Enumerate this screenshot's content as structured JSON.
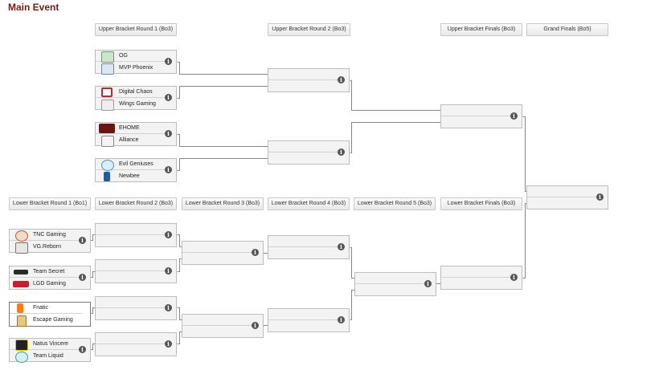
{
  "page_title": "Main Event",
  "headers": {
    "ub1": "Upper Bracket Round 1 (Bo3)",
    "ub2": "Upper Bracket Round 2 (Bo3)",
    "ubf": "Upper Bracket Finals (Bo3)",
    "gf": "Grand Finals (Bo5)",
    "lb1": "Lower Bracket Round 1 (Bo1)",
    "lb2": "Lower Bracket Round 2 (Bo3)",
    "lb3": "Lower Bracket Round 3 (Bo3)",
    "lb4": "Lower Bracket Round 4 (Bo3)",
    "lb5": "Lower Bracket Round 5 (Bo3)",
    "lbf": "Lower Bracket Finals (Bo3)"
  },
  "teams": {
    "og": "OG",
    "mvp": "MVP Phoenix",
    "dc": "Digital Chaos",
    "wings": "Wings Gaming",
    "ehome": "EHOME",
    "alliance": "Alliance",
    "eg": "Evil Geniuses",
    "newbee": "Newbee",
    "tnc": "TNC Gaming",
    "vgr": "VG.Reborn",
    "secret": "Team Secret",
    "lgd": "LGD Gaming",
    "fnatic": "Fnatic",
    "escape": "Escape Gaming",
    "navi": "Natus Vincere",
    "liquid": "Team Liquid"
  },
  "icons": {
    "info": "info-icon",
    "og": "og-logo-icon",
    "mvp": "mvp-phoenix-logo-icon",
    "dc": "digital-chaos-logo-icon",
    "wings": "wings-gaming-logo-icon",
    "ehome": "ehome-logo-icon",
    "alliance": "alliance-logo-icon",
    "eg": "evil-geniuses-logo-icon",
    "newbee": "newbee-logo-icon",
    "tnc": "tnc-gaming-logo-icon",
    "vgr": "vg-reborn-logo-icon",
    "secret": "team-secret-logo-icon",
    "lgd": "lgd-gaming-logo-icon",
    "fnatic": "fnatic-logo-icon",
    "escape": "escape-gaming-logo-icon",
    "navi": "natus-vincere-logo-icon",
    "liquid": "team-liquid-logo-icon"
  },
  "colors": {
    "title": "#7a1a12",
    "connector": "#888888",
    "match_bg": "#f3f3f3"
  }
}
